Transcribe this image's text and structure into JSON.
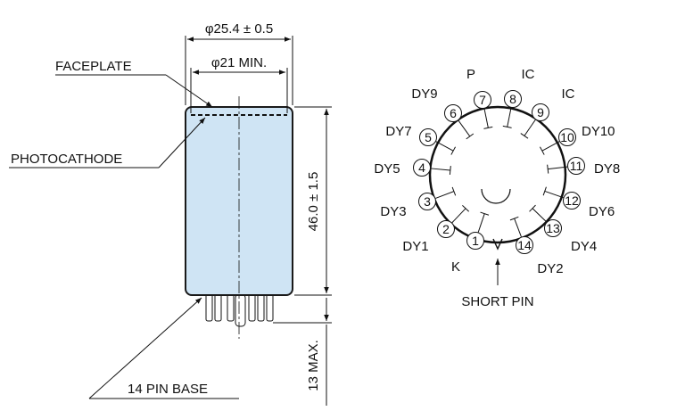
{
  "outline": {
    "dim_outer_dia": "φ25.4 ± 0.5",
    "dim_inner_dia": "φ21 MIN.",
    "dim_height": "46.0 ± 1.5",
    "dim_base": "13 MAX.",
    "label_faceplate": "FACEPLATE",
    "label_photocathode": "PHOTOCATHODE",
    "label_base": "14 PIN BASE",
    "colors": {
      "tube_fill": "#cfe4f4",
      "tube_edge": "#1a1a1a",
      "line": "#111111"
    }
  },
  "base_diagram": {
    "pins": [
      {
        "num": "1",
        "label": "K"
      },
      {
        "num": "2",
        "label": "DY1"
      },
      {
        "num": "3",
        "label": "DY3"
      },
      {
        "num": "4",
        "label": "DY5"
      },
      {
        "num": "5",
        "label": "DY7"
      },
      {
        "num": "6",
        "label": "DY9"
      },
      {
        "num": "7",
        "label": "P"
      },
      {
        "num": "8",
        "label": "IC"
      },
      {
        "num": "9",
        "label": "IC"
      },
      {
        "num": "10",
        "label": "DY10"
      },
      {
        "num": "11",
        "label": "DY8"
      },
      {
        "num": "12",
        "label": "DY6"
      },
      {
        "num": "13",
        "label": "DY4"
      },
      {
        "num": "14",
        "label": "DY2"
      }
    ],
    "short_pin_label": "SHORT PIN"
  }
}
